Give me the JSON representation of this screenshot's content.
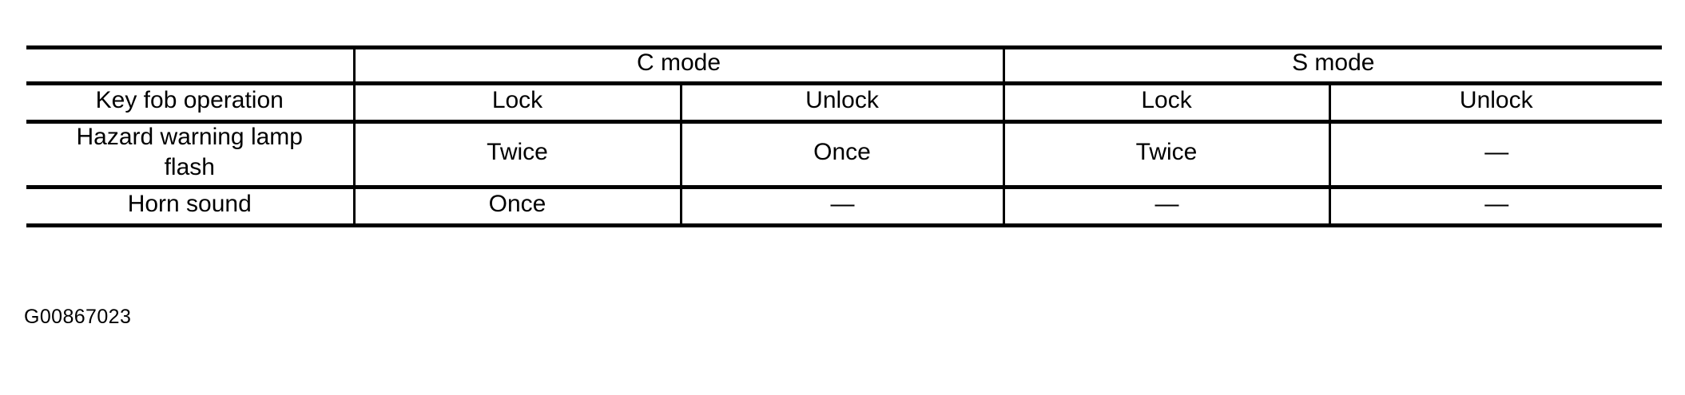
{
  "figure": {
    "caption_id": "G00867023"
  },
  "table": {
    "row_header_label": "",
    "mode_headers": [
      {
        "label": "C mode",
        "span": 2
      },
      {
        "label": "S mode",
        "span": 2
      }
    ],
    "sub_headers": {
      "row_label": "Key fob operation",
      "columns": [
        "Lock",
        "Unlock",
        "Lock",
        "Unlock"
      ]
    },
    "rows": [
      {
        "label": "Hazard warning lamp flash",
        "label_line1": "Hazard warning lamp",
        "label_line2": "flash",
        "values": [
          "Twice",
          "Once",
          "Twice",
          "—"
        ]
      },
      {
        "label": "Horn sound",
        "label_line1": "Horn sound",
        "label_line2": "",
        "values": [
          "Once",
          "—",
          "—",
          "—"
        ]
      }
    ]
  },
  "colors": {
    "ink": "#000000",
    "paper": "#ffffff"
  }
}
